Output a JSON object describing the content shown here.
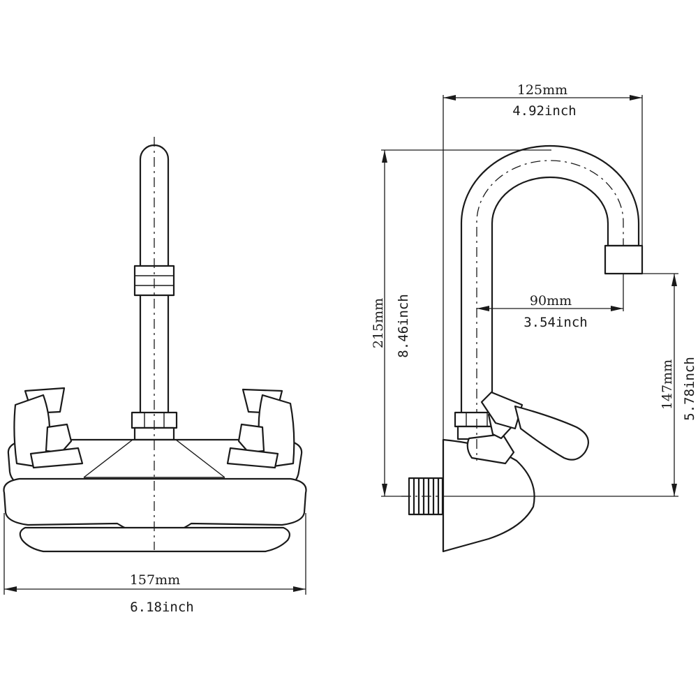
{
  "dimensions": {
    "front_width_mm": "157mm",
    "front_width_in": "6.18inch",
    "side_reach_mm": "125mm",
    "side_reach_in": "4.92inch",
    "spout_reach_mm": "90mm",
    "spout_reach_in": "3.54inch",
    "total_height_mm": "215mm",
    "total_height_in": "8.46inch",
    "spout_height_mm": "147mm",
    "spout_height_in": "5.78inch"
  }
}
